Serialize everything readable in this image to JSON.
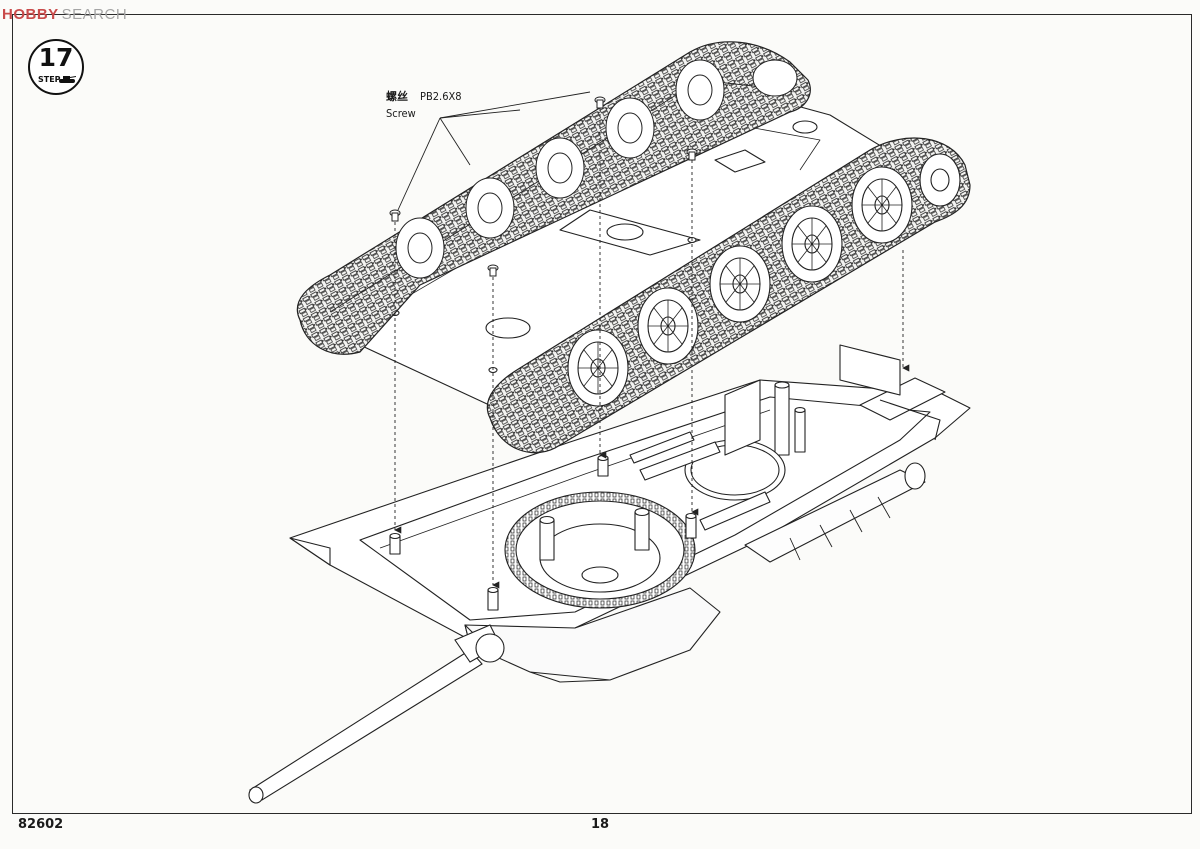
{
  "watermark": {
    "brand": "HOBBY",
    "search": "SEARCH"
  },
  "step": {
    "number": "17",
    "label": "STEP"
  },
  "callout": {
    "chinese": "螺丝",
    "part_code": "PB2.6X8",
    "english": "Screw"
  },
  "footer": {
    "kit_number": "82602",
    "page_number": "18"
  }
}
